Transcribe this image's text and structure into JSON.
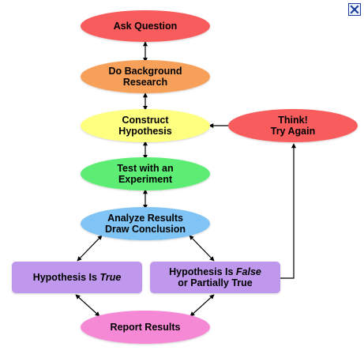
{
  "window": {
    "close_icon": "close-x-icon"
  },
  "colors": {
    "red": "#f95b5b",
    "orange": "#f7a05a",
    "yellow": "#ffff80",
    "green": "#5ded75",
    "blue": "#7fc4f4",
    "purple": "#bf98ee",
    "pink": "#f589d6",
    "arrow": "#000000"
  },
  "nodes": {
    "ask_question": {
      "line1": "Ask Question"
    },
    "background_research": {
      "line1": "Do Background",
      "line2": "Research"
    },
    "construct_hypothesis": {
      "line1": "Construct",
      "line2": "Hypothesis"
    },
    "think_try_again": {
      "line1": "Think!",
      "line2": "Try Again"
    },
    "test_experiment": {
      "line1": "Test with an",
      "line2": "Experiment"
    },
    "analyze_results": {
      "line1": "Analyze Results",
      "line2": "Draw Conclusion"
    },
    "hypothesis_true": {
      "text": "Hypothesis Is ",
      "emphasis": "True"
    },
    "hypothesis_false": {
      "line1_text": "Hypothesis Is ",
      "line1_emphasis": "False",
      "line2": "or Partially True"
    },
    "report_results": {
      "line1": "Report Results"
    }
  }
}
